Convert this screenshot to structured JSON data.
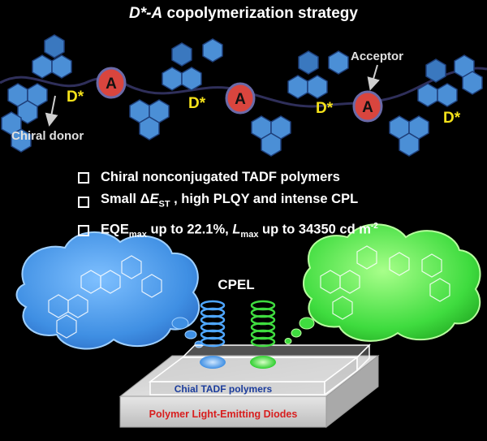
{
  "title": {
    "prefix": "D*-A",
    "rest": " copolymerization strategy"
  },
  "labels": {
    "acceptor": "Acceptor",
    "chiral_donor": "Chiral donor",
    "donor_unit": "D*",
    "acceptor_unit": "A",
    "cpel": "CPEL",
    "device_layer": "Chial TADF polymers",
    "device_base": "Polymer Light-Emitting Diodes"
  },
  "bullets": [
    {
      "text": "Chiral nonconjugated TADF polymers"
    },
    {
      "pre": "Small ",
      "delta": "Δ",
      "e": "E",
      "sub": "ST",
      "post": " , high PLQY and intense CPL"
    },
    {
      "pre": "EQE",
      "sub1": "max",
      "mid": " up to 22.1%, ",
      "l": "L",
      "sub2": "max",
      "mid2": " up to 34350 cd m",
      "sup": "-2"
    }
  ],
  "colors": {
    "background": "#000000",
    "donor_text": "#f5e21a",
    "acceptor_oval": "#d9453e",
    "molecule_blue": "#4b8fd6",
    "blue_cloud": "#3f8fe3",
    "green_cloud": "#3fdc3f",
    "device_red_text": "#d81e1e",
    "device_blue_text": "#1b3c9c"
  },
  "icons": [
    "checkbox-icon",
    "arrow-icon",
    "coil-icon",
    "cloud-icon"
  ]
}
